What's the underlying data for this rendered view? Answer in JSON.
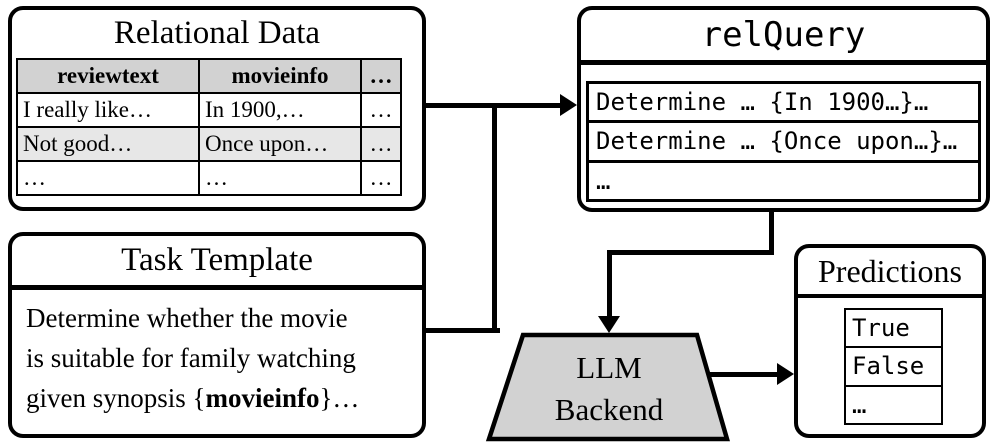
{
  "colors": {
    "ink": "#000000",
    "fill_gray": "#d2d2d2",
    "alt_gray": "#e7e7e7",
    "paper": "#ffffff"
  },
  "relational_data": {
    "title": "Relational Data",
    "table": {
      "headers": [
        "reviewtext",
        "movieinfo",
        "…"
      ],
      "rows": [
        [
          "I really like…",
          "In 1900,…",
          "…"
        ],
        [
          "Not good…",
          "Once upon…",
          "…"
        ],
        [
          "…",
          "…",
          "…"
        ]
      ]
    }
  },
  "rel_query": {
    "title": "relQuery",
    "rows": [
      "Determine … {In 1900…}…",
      "Determine … {Once upon…}…",
      "…"
    ]
  },
  "task_template": {
    "title": "Task Template",
    "line1": "Determine whether the movie",
    "line2": "is suitable for family watching",
    "line3_prefix": "given synopsis {",
    "line3_bold": "movieinfo",
    "line3_suffix": "}…"
  },
  "llm_backend": {
    "line1": "LLM",
    "line2": "Backend"
  },
  "predictions": {
    "title": "Predictions",
    "rows": [
      "True",
      "False",
      "…"
    ]
  }
}
